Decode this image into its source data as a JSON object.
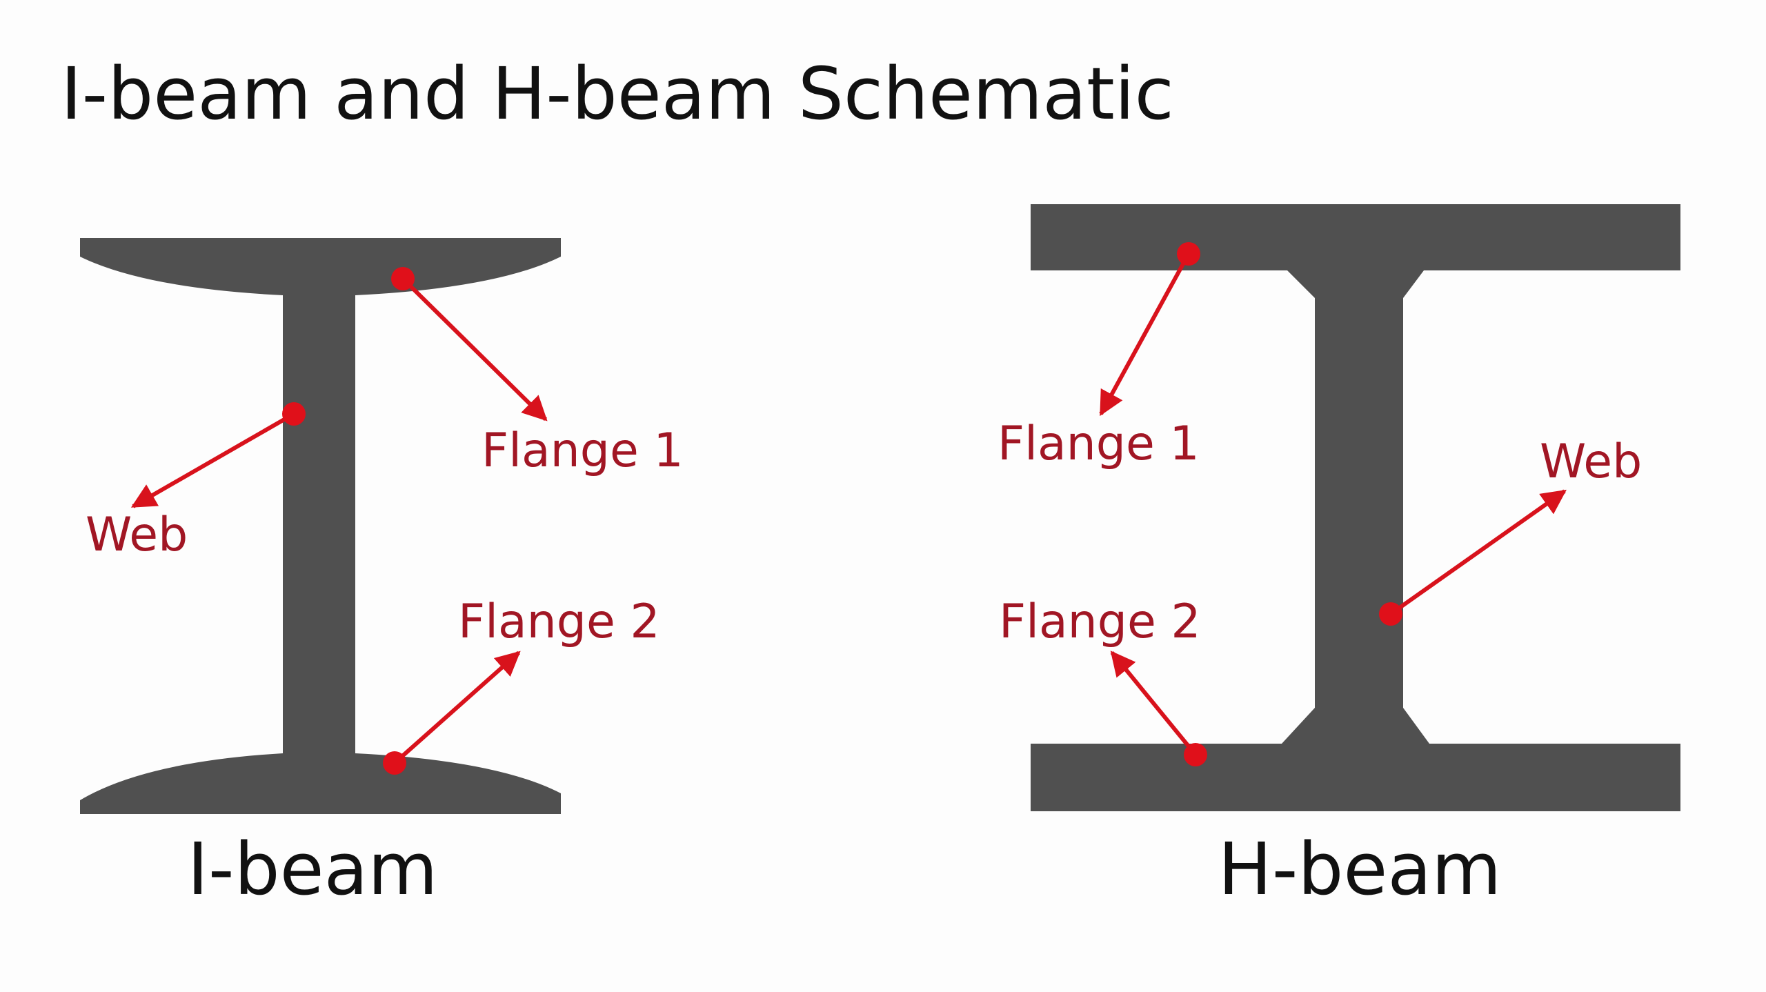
{
  "title": "I-beam and H-beam Schematic",
  "colors": {
    "steel": "#505050",
    "annotation_text": "#a11624",
    "annotation_arrow": "#d8121c",
    "annotation_dot": "#e0101a"
  },
  "i_beam": {
    "caption": "I-beam",
    "labels": {
      "web": "Web",
      "flange_1": "Flange 1",
      "flange_2": "Flange 2"
    }
  },
  "h_beam": {
    "caption": "H-beam",
    "labels": {
      "web": "Web",
      "flange_1": "Flange 1",
      "flange_2": "Flange 2"
    }
  }
}
